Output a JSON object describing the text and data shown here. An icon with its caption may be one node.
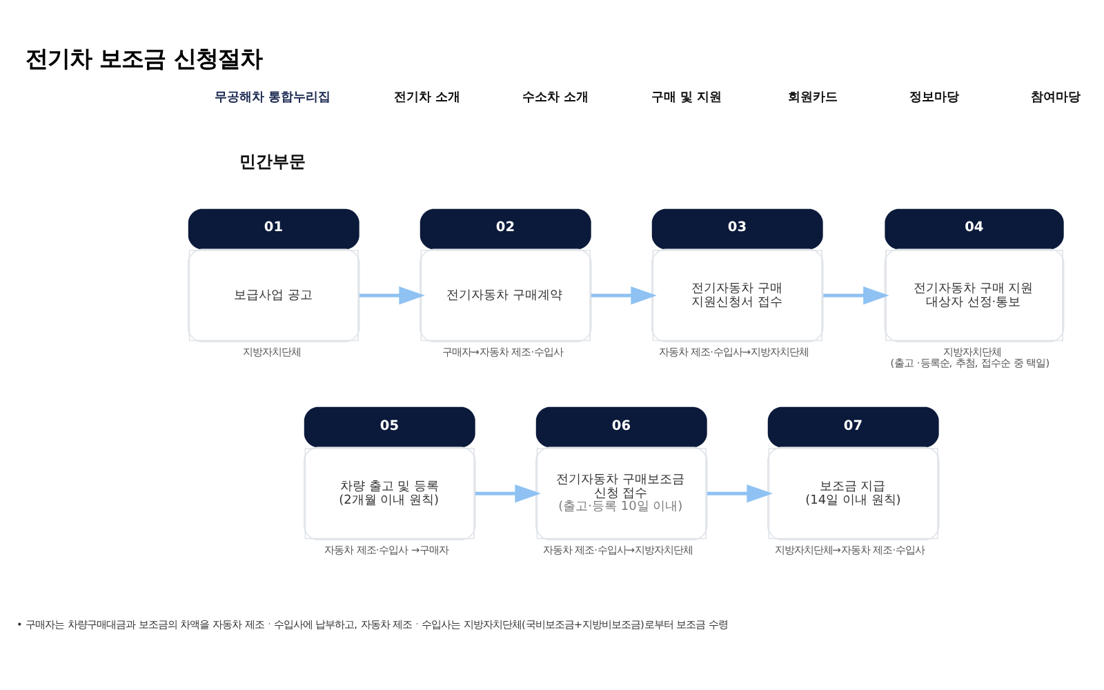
{
  "diagram": {
    "title": "전기차 보조금 신청절차",
    "nodes": [
      {
        "text": [
          "01",
          "보급사업 공고"
        ],
        "beside": [
          "지방자치단체"
        ]
      },
      {
        "text": [
          "02",
          "전기자동차 구매계약"
        ],
        "beside": [
          "구매자→자동차 제조·수입사"
        ]
      },
      {
        "text": [
          "03",
          "전기자동차 구매 지원신청서 접수"
        ],
        "beside": [
          "자동차 제조·수입사→지방자치단체"
        ]
      },
      {
        "text": [
          "04",
          "전기자동차 구매 지원 대상자 선정·통보"
        ],
        "beside": [
          "지방자치단체",
          "(출고 ·등록순, 추첨, 접수순 중 택일)"
        ]
      },
      {
        "text": [
          "05",
          "차량 출고 및 등록",
          "(2개월 이내 원칙)"
        ],
        "beside": [
          "자동차 제조·수입사 →구매자"
        ]
      },
      {
        "text": [
          "06",
          "전기자동차 구매보조금 신청 접수",
          "(출고·등록 10일 이내)"
        ],
        "beside": [
          "자동차 제조·수입사→지방자치단체"
        ]
      },
      {
        "text": [
          "07",
          "보조금 지급",
          "(14일 이내 원칙)"
        ],
        "beside": [
          "지방자치단체→자동차 제조·수입사"
        ]
      }
    ],
    "edges": [
      {
        "from": 0,
        "to": 1,
        "arrow": "to"
      },
      {
        "from": 1,
        "to": 2,
        "arrow": "to"
      },
      {
        "from": 2,
        "to": 3,
        "arrow": "to"
      },
      {
        "from": 4,
        "to": 5,
        "arrow": "to"
      },
      {
        "from": 5,
        "to": 6,
        "arrow": "to"
      }
    ],
    "labels": [
      "무공해차 통합누리집",
      "전기차 소개",
      "수소차 소개",
      "구매 및 지원",
      "회원카드",
      "정보마당",
      "참여마당",
      "민간부문",
      "• 구매자는 차량구매대금과 보조금의 차액을 자동차 제조ㆍ수입사에 납부하고, 자동차 제조ㆍ수입사는 지방자치단체(국비보조금+지방비보조금)로부터 보조금 수령"
    ]
  }
}
